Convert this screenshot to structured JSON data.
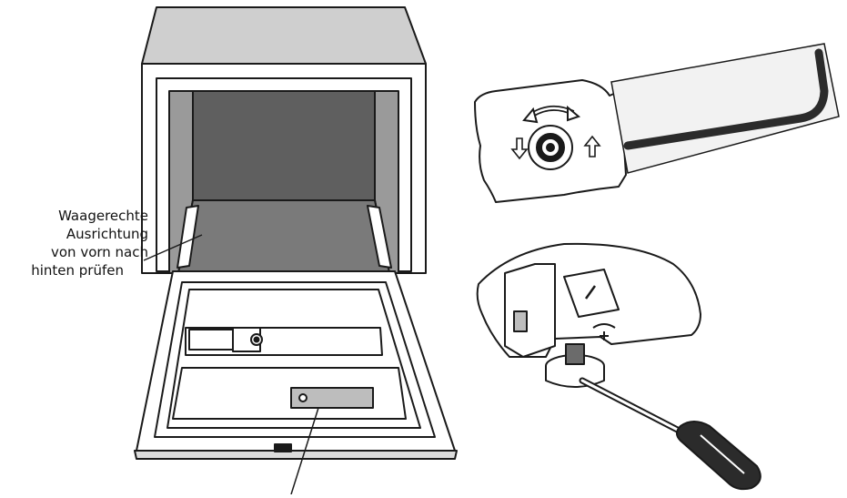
{
  "labels": {
    "leveling_note": [
      "Waagerechte",
      "Ausrichtung",
      "von vorn nach",
      "hinten prüfen"
    ]
  },
  "icons": {
    "rotate": "rotate-arrow-icon",
    "down": "down-arrow-icon",
    "up": "up-arrow-icon",
    "plus": "plus-icon"
  },
  "colors": {
    "line": "#1a1a1a",
    "cavity": "#5f5f5f",
    "panel": "#bdbdbd",
    "paper": "#ffffff",
    "handle": "#2b2b2b"
  }
}
